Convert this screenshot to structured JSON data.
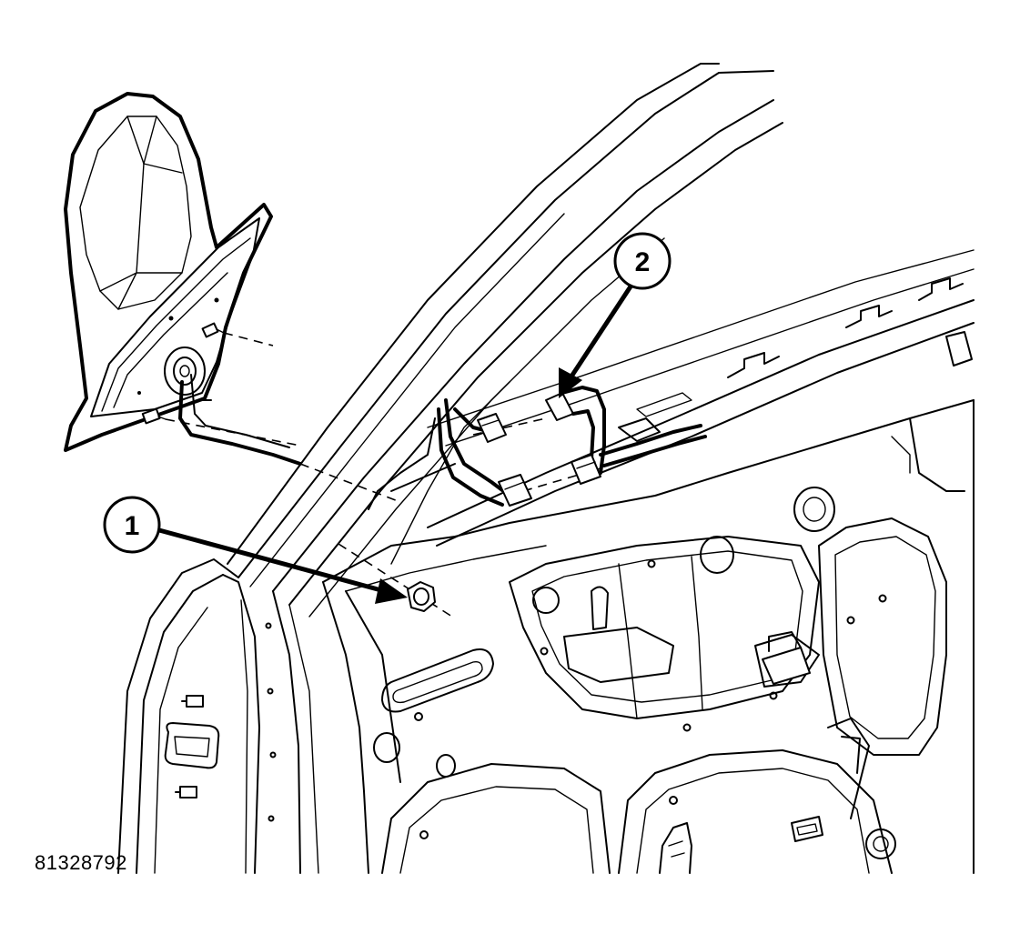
{
  "figure": {
    "id_label": "81328792"
  },
  "callouts": [
    {
      "number": "1",
      "points_to": "mirror-mounting-nut"
    },
    {
      "number": "2",
      "points_to": "mirror-wire-harness-connector"
    }
  ],
  "colors": {
    "line": "#000000",
    "background": "#ffffff"
  }
}
